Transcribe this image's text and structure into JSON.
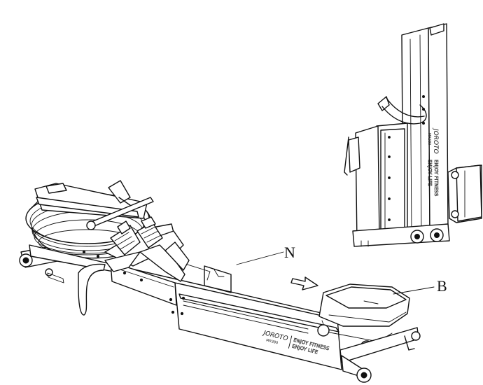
{
  "callouts": {
    "n_label": "N",
    "b_label": "B"
  },
  "brand": {
    "logo_text": "JOROTO",
    "model_text": "MR380",
    "slogan_line1": "ENJOY FITNESS",
    "slogan_line2": "ENJOY LIFE"
  },
  "colors": {
    "line": "#111111",
    "background": "#ffffff"
  }
}
